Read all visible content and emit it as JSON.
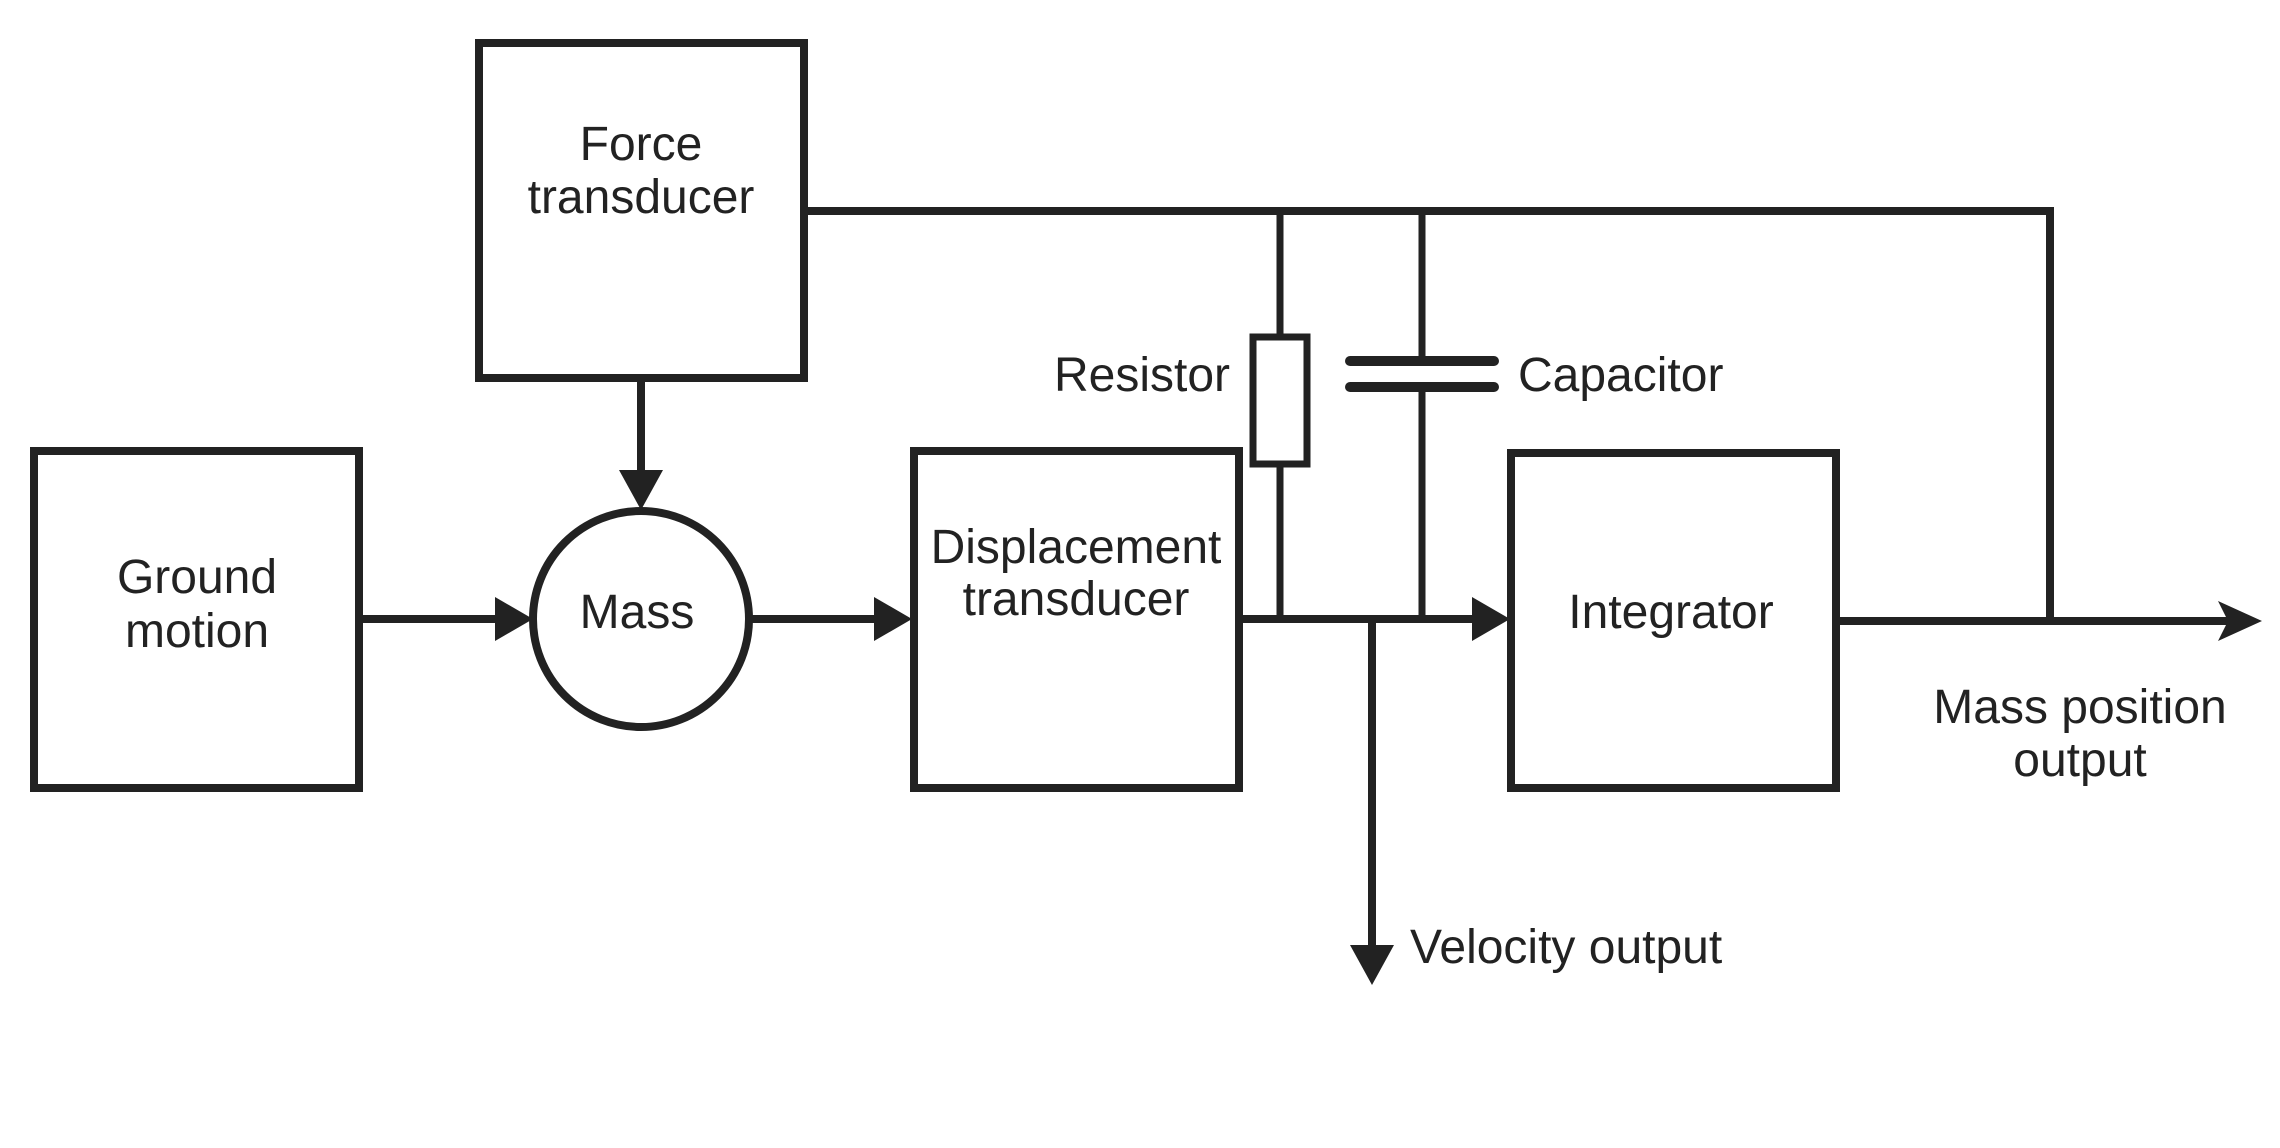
{
  "diagram": {
    "type": "block-diagram",
    "colors": {
      "stroke": "#222222",
      "background": "#ffffff"
    },
    "blocks": {
      "force_transducer": {
        "label_lines": [
          "Force",
          "transducer"
        ]
      },
      "ground_motion": {
        "label_lines": [
          "Ground",
          "motion"
        ]
      },
      "mass": {
        "label": "Mass",
        "shape": "circle"
      },
      "displacement_transducer": {
        "label_lines": [
          "Displacement",
          "transducer"
        ]
      },
      "integrator": {
        "label": "Integrator"
      }
    },
    "components": {
      "resistor": {
        "label": "Resistor"
      },
      "capacitor": {
        "label": "Capacitor"
      }
    },
    "outputs": {
      "velocity": {
        "label": "Velocity output"
      },
      "mass_position": {
        "label_lines": [
          "Mass position",
          "output"
        ]
      }
    },
    "connections": [
      {
        "from": "ground_motion",
        "to": "mass"
      },
      {
        "from": "force_transducer",
        "to": "mass"
      },
      {
        "from": "mass",
        "to": "displacement_transducer"
      },
      {
        "from": "displacement_transducer",
        "to": "integrator"
      },
      {
        "from": "displacement_transducer",
        "to": "velocity_output"
      },
      {
        "from": "integrator",
        "to": "mass_position_output"
      },
      {
        "from": "mass_position_output",
        "to": "force_transducer",
        "via": "feedback"
      },
      {
        "from": "force_transducer",
        "to": "displacement_output_node",
        "via": "resistor"
      },
      {
        "from": "force_transducer",
        "to": "displacement_output_node",
        "via": "capacitor"
      }
    ]
  }
}
